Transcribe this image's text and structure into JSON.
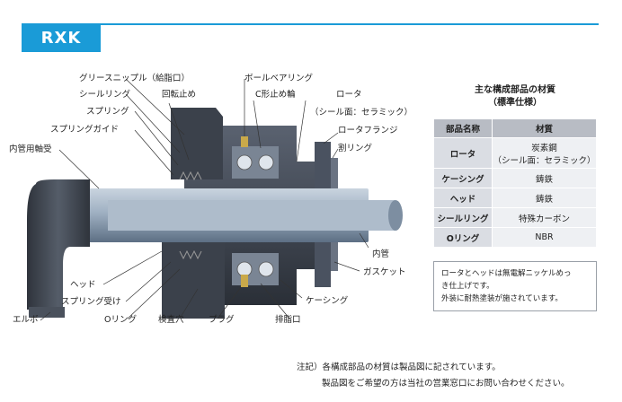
{
  "badge": "RXK",
  "labels": {
    "grease_nipple": "グリースニップル（給脂口）",
    "seal_ring": "シールリング",
    "anti_rotation": "回転止め",
    "spring": "スプリング",
    "spring_guide": "スプリングガイド",
    "inner_pipe_seat": "内管用軸受",
    "ball_bearing": "ボールベアリング",
    "c_retaining_ring": "C形止め輪",
    "rotor": "ロータ",
    "rotor_note": "（シール面：セラミック）",
    "rotor_flange": "ロータフランジ",
    "split_ring": "割リング",
    "inner_pipe": "内管",
    "gasket": "ガスケット",
    "casing": "ケーシング",
    "drain_port": "排脂口",
    "plug": "プラグ",
    "inspection_hole": "検査穴",
    "o_ring": "Oリング",
    "spring_seat": "スプリング受け",
    "head": "ヘッド",
    "elbow": "エルボ"
  },
  "materials": {
    "title_line1": "主な構成部品の材質",
    "title_line2": "（標準仕様）",
    "header_part": "部品名称",
    "header_material": "材質",
    "rows": [
      {
        "part": "ロータ",
        "material_line1": "炭素鋼",
        "material_line2": "（シール面：セラミック）"
      },
      {
        "part": "ケーシング",
        "material_line1": "鋳鉄",
        "material_line2": ""
      },
      {
        "part": "ヘッド",
        "material_line1": "鋳鉄",
        "material_line2": ""
      },
      {
        "part": "シールリング",
        "material_line1": "特殊カーボン",
        "material_line2": ""
      },
      {
        "part": "Oリング",
        "material_line1": "NBR",
        "material_line2": ""
      }
    ]
  },
  "note": {
    "line1": "ロータとヘッドは無電解ニッケルめっ",
    "line2": "き仕上げです。",
    "line3": "外装に耐熱塗装が施されています。"
  },
  "footnote": {
    "line1": "注記）各構成部品の材質は製品図に記されています。",
    "line2": "製品図をご希望の方は当社の営業窓口にお問い合わせください。"
  },
  "colors": {
    "accent": "#1a9bd7",
    "body_dark": "#3a3f47",
    "pipe_steel": "#8fa0b3"
  }
}
